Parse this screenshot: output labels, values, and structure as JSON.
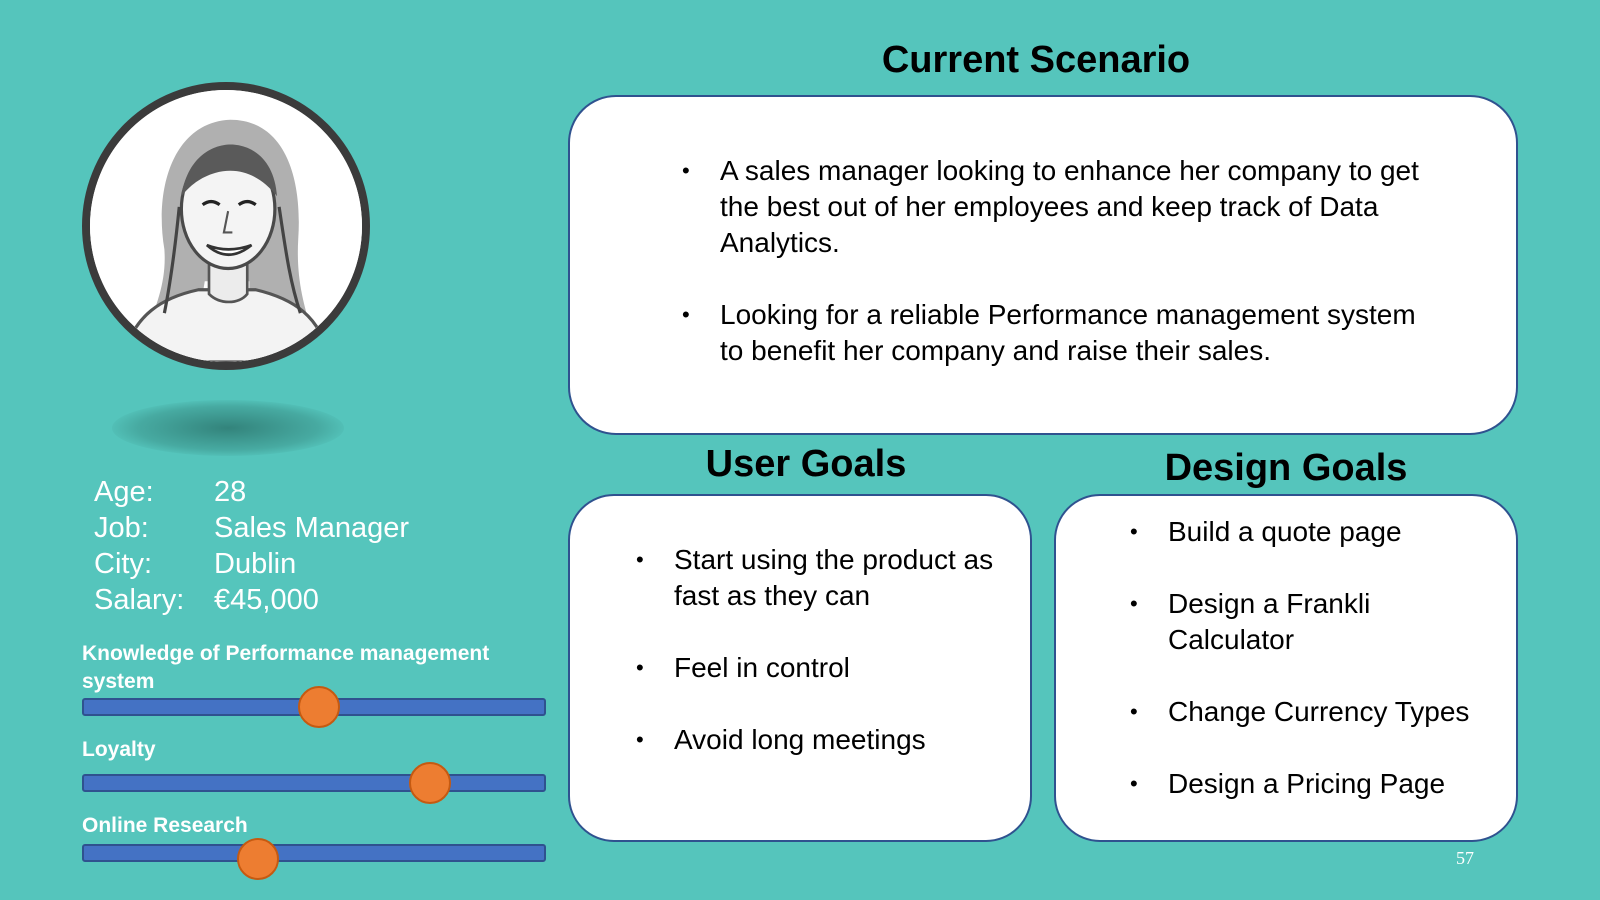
{
  "persona": {
    "facts": [
      {
        "label": "Age:",
        "value": "28"
      },
      {
        "label": "Job:",
        "value": "Sales Manager"
      },
      {
        "label": "City:",
        "value": "Dublin"
      },
      {
        "label": "Salary:",
        "value": "€45,000"
      }
    ]
  },
  "sliders": [
    {
      "label": "Knowledge of Performance management system",
      "level": 0.51
    },
    {
      "label": "Loyalty",
      "level": 0.75
    },
    {
      "label": "Online Research",
      "level": 0.38
    }
  ],
  "current_scenario": {
    "title": "Current Scenario",
    "bullets": [
      "A sales manager looking to enhance her company to get the best out of her employees and keep track of Data Analytics.",
      "Looking for a reliable Performance management system to benefit her company and raise their sales."
    ]
  },
  "user_goals": {
    "title": "User Goals",
    "bullets": [
      "Start using the product as fast as they can",
      "Feel in control",
      "Avoid long meetings"
    ]
  },
  "design_goals": {
    "title": "Design Goals",
    "bullets": [
      "Build a quote page",
      "Design a Frankli Calculator",
      "Change Currency Types",
      "Design a Pricing Page"
    ]
  },
  "page_number": "57",
  "colors": {
    "background": "#55c5bc",
    "card_border": "#2f528f",
    "slider_track": "#4472c4",
    "slider_thumb": "#ed7d31"
  },
  "icons": {
    "avatar": "user-portrait-sketch"
  }
}
